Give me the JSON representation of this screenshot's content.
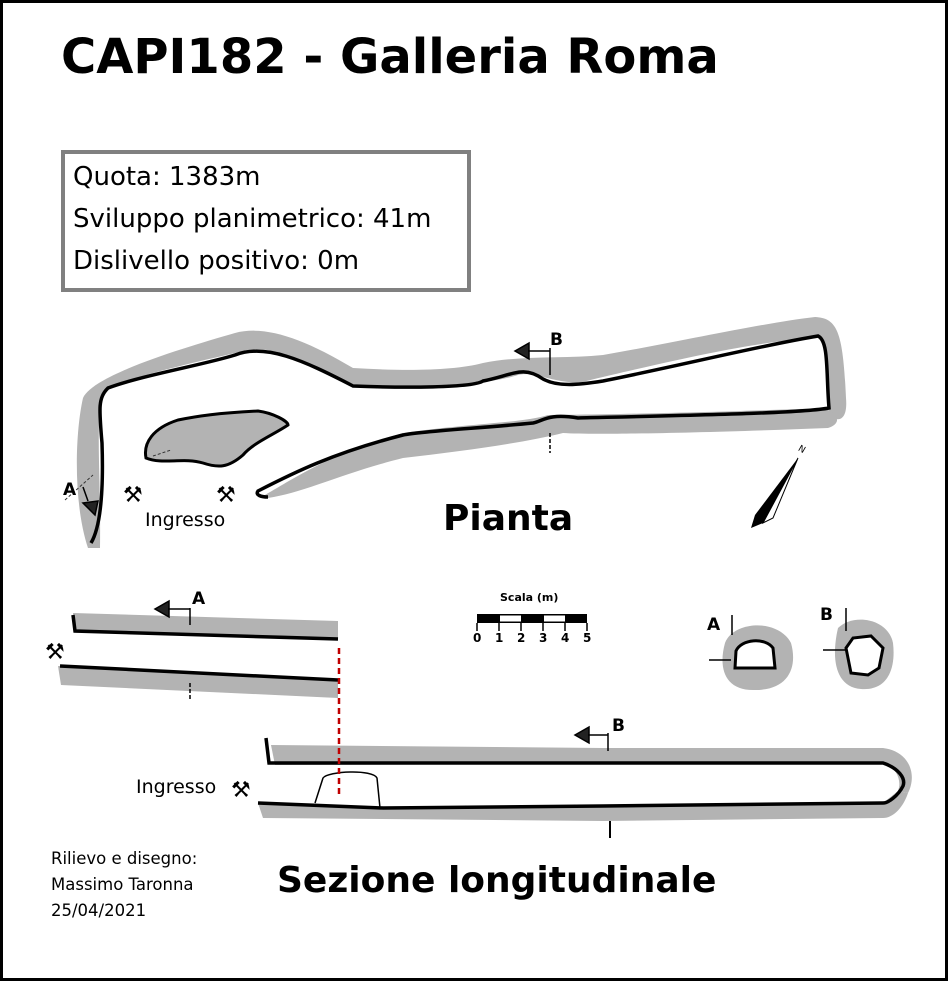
{
  "title": "CAPI182 - Galleria Roma",
  "info": {
    "quota": "Quota: 1383m",
    "sviluppo": "Sviluppo planimetrico: 41m",
    "dislivello": "Dislivello positivo: 0m"
  },
  "plan": {
    "label": "Pianta",
    "entrance_label": "Ingresso",
    "section_marks": [
      "A",
      "B"
    ],
    "north_label": "N"
  },
  "section": {
    "label": "Sezione longitudinale",
    "entrance_label": "Ingresso",
    "section_marks": [
      "A",
      "B"
    ]
  },
  "cross_sections": [
    "A",
    "B"
  ],
  "scale": {
    "title": "Scala (m)",
    "ticks": [
      "0",
      "1",
      "2",
      "3",
      "4",
      "5"
    ]
  },
  "credits": {
    "line1": "Rilievo e disegno:",
    "line2": "Massimo Taronna",
    "line3": "25/04/2021"
  },
  "colors": {
    "rock": "#b3b3b3",
    "frame": "#808080",
    "cut_line": "#c00000"
  }
}
